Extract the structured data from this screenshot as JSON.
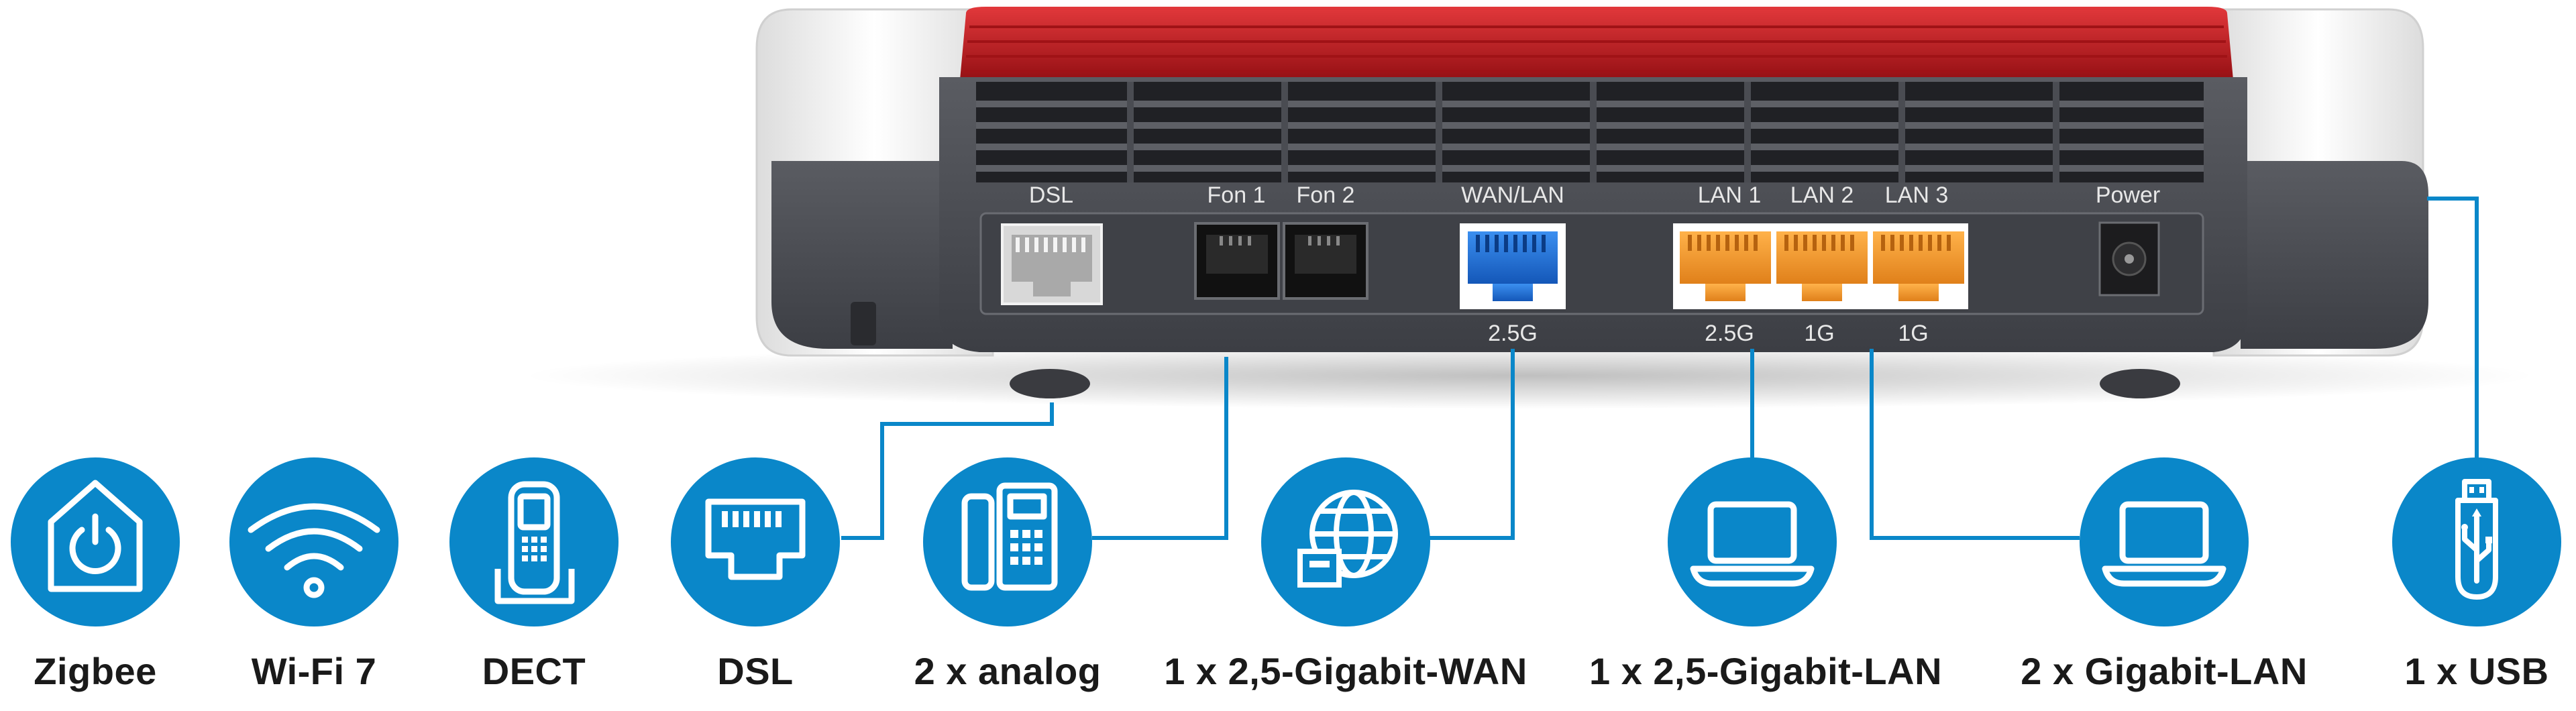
{
  "colors": {
    "brand_blue": "#0a87c9",
    "case_red": "#c8171c",
    "case_gray": "#4a4c52",
    "case_white": "#f6f6f6",
    "port_orange": "#f59a25",
    "port_blue": "#1c6fd1"
  },
  "router": {
    "port_labels": {
      "dsl": "DSL",
      "fon1": "Fon 1",
      "fon2": "Fon 2",
      "wan": "WAN/LAN",
      "lan1": "LAN 1",
      "lan2": "LAN 2",
      "lan3": "LAN 3",
      "power": "Power"
    },
    "speed_labels": {
      "wan": "2.5G",
      "lan1": "2.5G",
      "lan2": "1G",
      "lan3": "1G"
    }
  },
  "features": [
    {
      "icon": "smart-home-power-icon",
      "label": "Zigbee"
    },
    {
      "icon": "wifi-icon",
      "label": "Wi-Fi 7"
    },
    {
      "icon": "dect-phone-icon",
      "label": "DECT"
    },
    {
      "icon": "ethernet-port-icon",
      "label": "DSL"
    },
    {
      "icon": "analog-phone-icon",
      "label": "2 x analog"
    },
    {
      "icon": "globe-network-icon",
      "label": "1 x 2,5-Gigabit-WAN"
    },
    {
      "icon": "laptop-icon",
      "label": "1 x 2,5-Gigabit-LAN"
    },
    {
      "icon": "laptop-icon",
      "label": "2 x Gigabit-LAN"
    },
    {
      "icon": "usb-stick-icon",
      "label": "1 x USB"
    }
  ]
}
